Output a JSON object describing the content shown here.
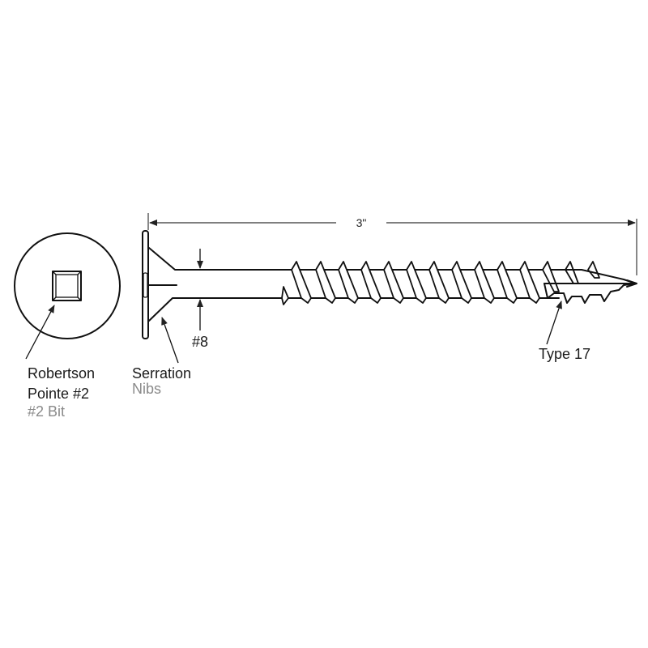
{
  "diagram": {
    "subject": "Wood screw technical drawing",
    "colors": {
      "line": "#111111",
      "dimension_line": "#555555",
      "label_text": "#1a1a1a",
      "secondary_text": "#8a8a8a",
      "background": "#ffffff"
    },
    "head_view": {
      "drive_type": "square-recess",
      "label_line1": "Robertson",
      "label_line2": "Pointe #2",
      "label_sub": "#2 Bit"
    },
    "head_profile": {
      "label": "Serration",
      "label_sub": "Nibs"
    },
    "shank": {
      "gauge_label": "#8"
    },
    "length_dimension": {
      "label": "3\""
    },
    "tip": {
      "label": "Type 17"
    }
  }
}
